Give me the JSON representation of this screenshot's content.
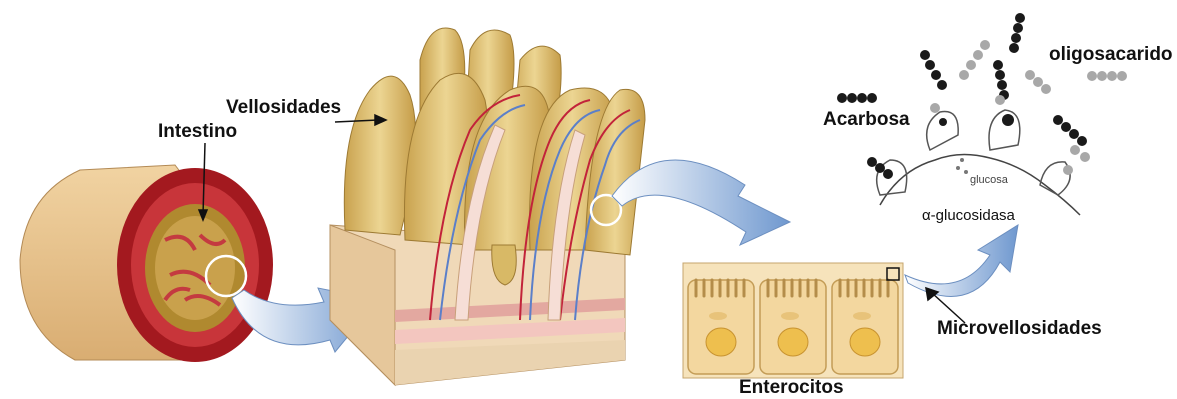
{
  "labels": {
    "intestino": "Intestino",
    "vellosidades": "Vellosidades",
    "enterocitos": "Enterocitos",
    "microvellosidades": "Microvellosidades",
    "acarbosa": "Acarbosa",
    "oligosacarido": "oligosacarido",
    "glucosa": "glucosa",
    "alpha_glucosidasa": "α-glucosidasa"
  },
  "colors": {
    "tube_outer": "#e8c48e",
    "muscle_red": "#b8222a",
    "villi_gold": "#d8b966",
    "arrow_blue": "#7fa6d6",
    "acarbose_black": "#1a1a1a",
    "oligo_gray": "#a8a8a8",
    "nucleus_orange": "#e8b84a"
  }
}
